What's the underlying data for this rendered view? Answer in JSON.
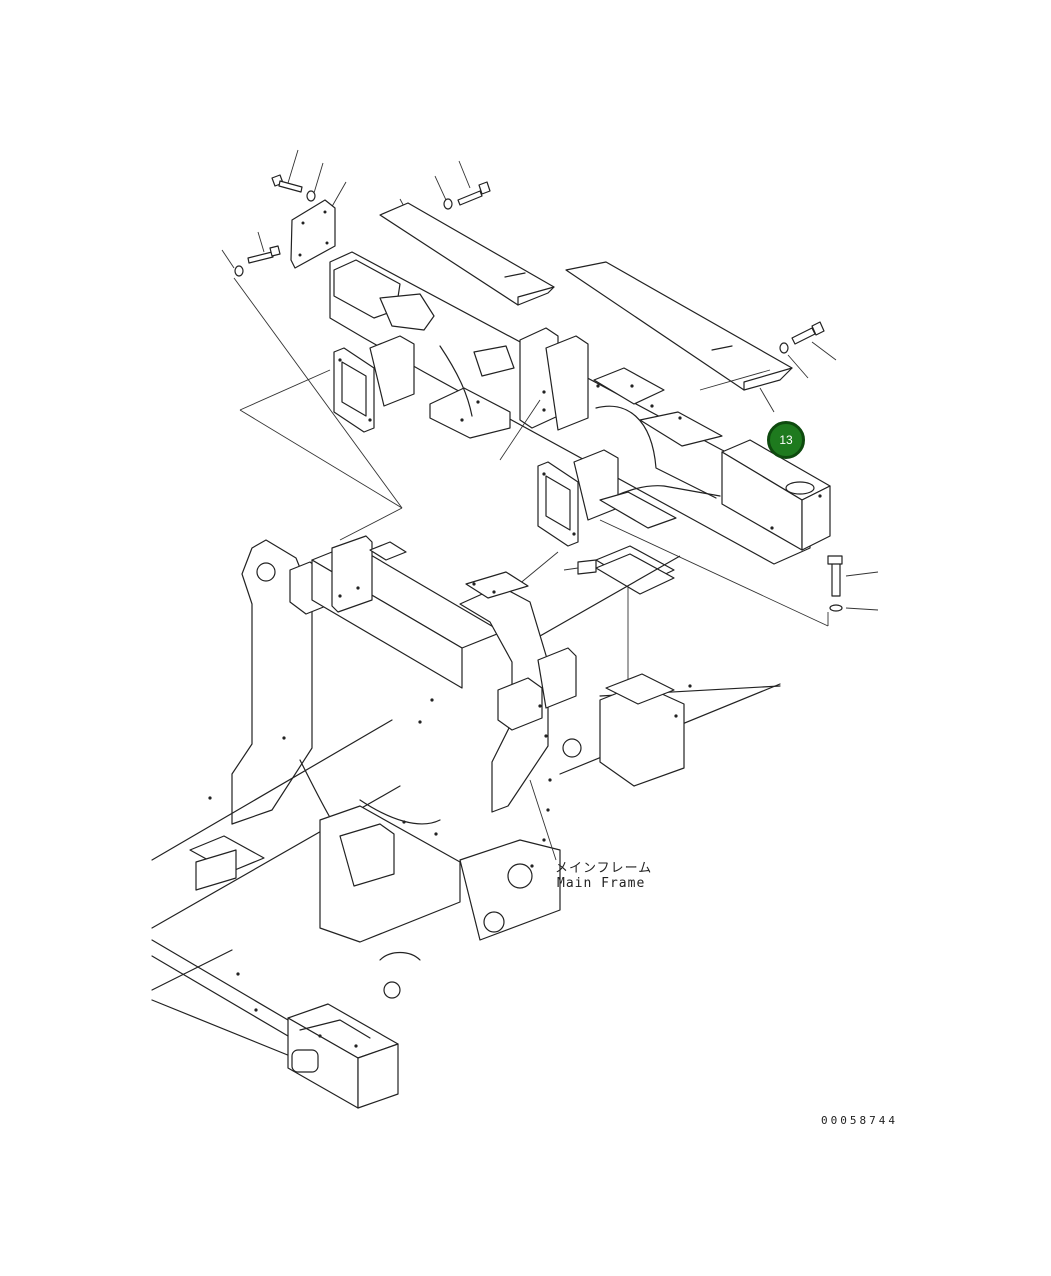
{
  "diagram": {
    "label_jp": "メインフレーム",
    "label_en": "Main Frame",
    "reference_number": "00058744",
    "callout": {
      "text": "13",
      "fill": "#1e7a1e",
      "border": "#0e4a0e"
    }
  }
}
